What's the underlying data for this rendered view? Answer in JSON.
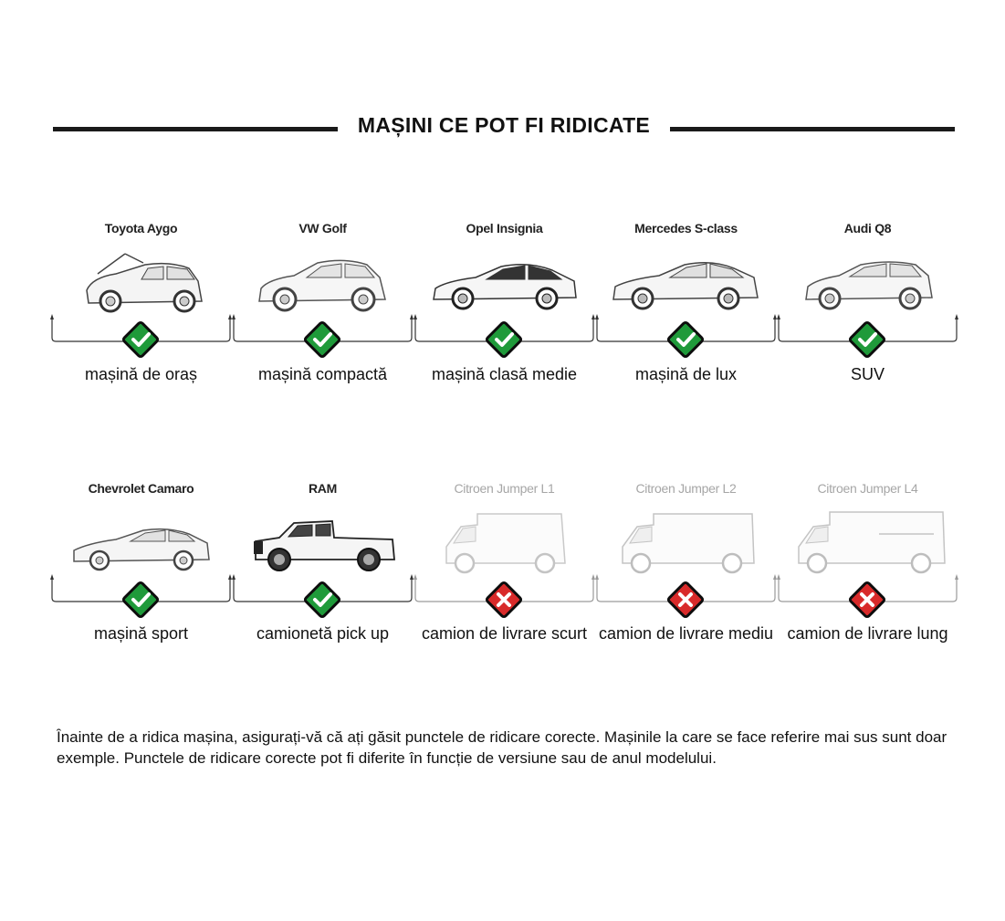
{
  "title": "MAȘINI CE POT FI RIDICATE",
  "colors": {
    "ok": "#1f9a3a",
    "no": "#d82a2a",
    "line": "#1a1a1a",
    "dim": "#a6a6a6"
  },
  "rows": [
    [
      {
        "model": "Toyota Aygo",
        "category": "mașină de oraș",
        "status": "ok",
        "icon": "car-check-icon"
      },
      {
        "model": "VW Golf",
        "category": "mașină compactă",
        "status": "ok",
        "icon": "car-check-icon"
      },
      {
        "model": "Opel Insignia",
        "category": "mașină clasă medie",
        "status": "ok",
        "icon": "car-check-icon"
      },
      {
        "model": "Mercedes S-class",
        "category": "mașină de lux",
        "status": "ok",
        "icon": "car-check-icon"
      },
      {
        "model": "Audi Q8",
        "category": "SUV",
        "status": "ok",
        "icon": "car-check-icon"
      }
    ],
    [
      {
        "model": "Chevrolet Camaro",
        "category": "mașină sport",
        "status": "ok",
        "icon": "car-check-icon"
      },
      {
        "model": "RAM",
        "category": "camionetă  pick up",
        "status": "ok",
        "icon": "car-check-icon"
      },
      {
        "model": "Citroen Jumper L1",
        "category": "camion de livrare scurt",
        "status": "no",
        "icon": "cross-icon"
      },
      {
        "model": "Citroen Jumper L2",
        "category": "camion de livrare mediu",
        "status": "no",
        "icon": "cross-icon"
      },
      {
        "model": "Citroen Jumper L4",
        "category": "camion de livrare lung",
        "status": "no",
        "icon": "cross-icon"
      }
    ]
  ],
  "note": "Înainte de a ridica mașina, asigurați-vă că ați găsit punctele de ridicare corecte. Mașinile la care se face referire mai sus sunt doar exemple. Punctele de ridicare corecte pot fi diferite în funcție de versiune sau de anul modelului."
}
